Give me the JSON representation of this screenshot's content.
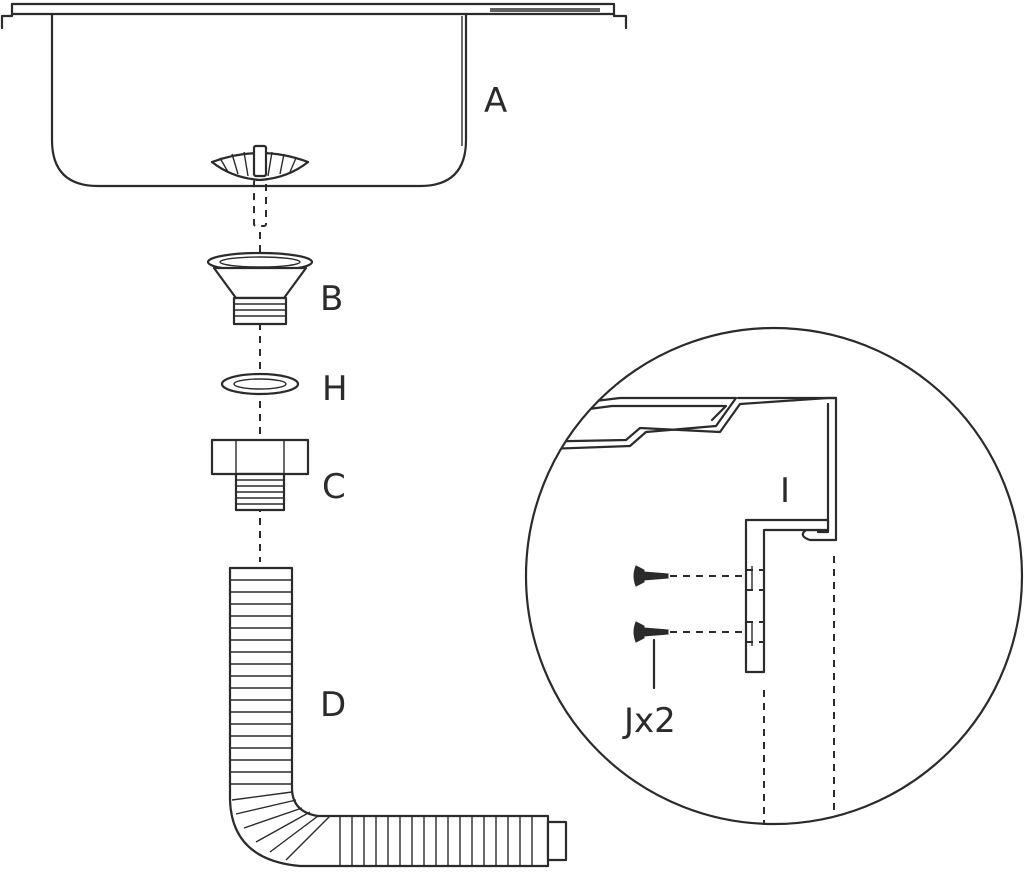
{
  "labels": {
    "sink": "A",
    "strainer": "B",
    "washer": "H",
    "nut": "C",
    "hose": "D",
    "bracket": "I",
    "screws": "Jx2"
  },
  "colors": {
    "line": "#2b2b2b",
    "background": "#ffffff"
  }
}
